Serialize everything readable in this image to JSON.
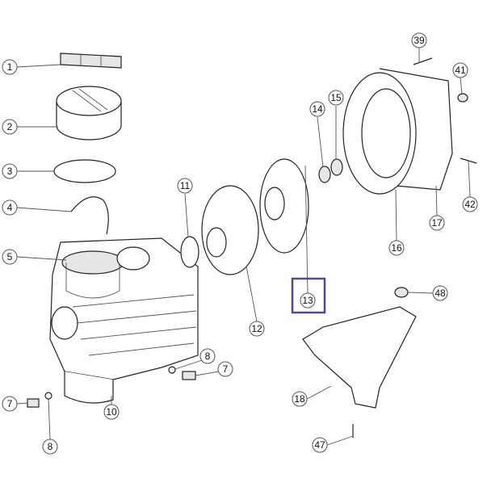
{
  "diagram": {
    "callouts": [
      "1",
      "2",
      "3",
      "4",
      "5",
      "11",
      "14",
      "15",
      "39",
      "41",
      "42",
      "17",
      "16",
      "12",
      "13",
      "48",
      "8",
      "7",
      "7",
      "8",
      "10",
      "18",
      "47"
    ],
    "highlighted_part": "13",
    "highlight_color": "#4a4aa0"
  }
}
